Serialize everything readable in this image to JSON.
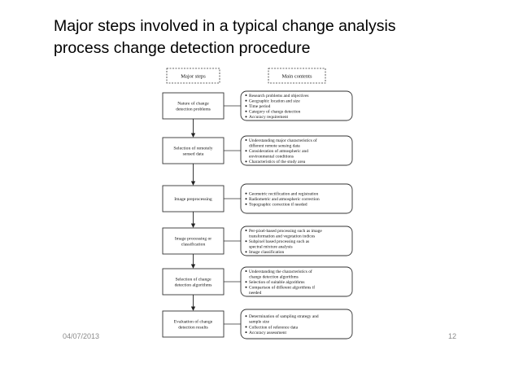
{
  "title": {
    "line1": "Major steps involved in a typical change analysis",
    "line2": "process change detection procedure"
  },
  "diagram": {
    "left_header": "Major steps",
    "right_header": "Main contents",
    "steps": [
      {
        "lines": [
          "Nature of change",
          "detection problems"
        ],
        "contents": [
          "Research problems and objectives",
          "Geographic location and size",
          "Time period",
          "Category of change detection",
          "Accuracy requirement"
        ]
      },
      {
        "lines": [
          "Selection of remotely",
          "sensed data"
        ],
        "contents": [
          "Understanding major characteristics of",
          "different remote sensing data",
          "Consideration of atmospheric and",
          "environmental conditions",
          "Characteristics of the study area"
        ],
        "bullets": [
          true,
          false,
          true,
          false,
          true
        ]
      },
      {
        "lines": [
          "Image preprocessing"
        ],
        "contents": [
          "Geometric rectification and registration",
          "Radiometric and atmospheric correction",
          "Topographic correction if needed"
        ]
      },
      {
        "lines": [
          "Image processing or",
          "classification"
        ],
        "contents": [
          "Per-pixel-based processing such as image",
          "transformation and vegetation indices",
          "Subpixel based processing such as",
          "spectral mixture analysis",
          "Image classification"
        ],
        "bullets": [
          true,
          false,
          true,
          false,
          true
        ]
      },
      {
        "lines": [
          "Selection of change",
          "detection algorithms"
        ],
        "contents": [
          "Understanding the characteristics of",
          "change detection algorithms",
          "Selection of suitable algorithms",
          "Comparison of different algorithms if",
          "needed"
        ],
        "bullets": [
          true,
          false,
          true,
          true,
          false
        ]
      },
      {
        "lines": [
          "Evaluation of change",
          "detection results"
        ],
        "contents": [
          "Determination of sampling strategy and",
          "sample size",
          "Collection of reference data",
          "Accuracy assessment"
        ],
        "bullets": [
          true,
          false,
          true,
          true
        ]
      }
    ]
  },
  "footer": {
    "date": "04/07/2013",
    "page": "12"
  }
}
